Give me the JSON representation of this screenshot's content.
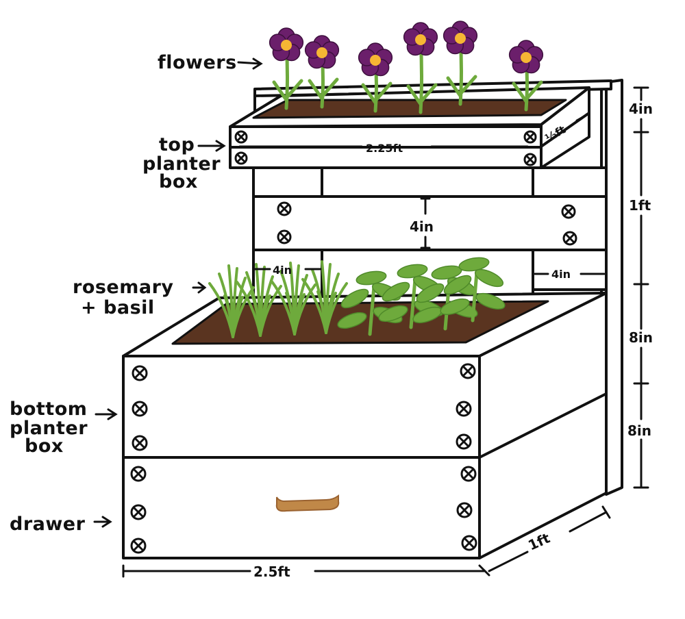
{
  "labels": {
    "flowers": "flowers",
    "top_box": [
      "top",
      "planter",
      "box"
    ],
    "herbs": [
      "rosemary",
      "+ basil"
    ],
    "bottom_box": [
      "bottom",
      "planter",
      "box"
    ],
    "drawer": "drawer"
  },
  "dimensions": {
    "top_width": "2.25ft",
    "top_depth": "½ft",
    "gap_center": "4in",
    "spacer_left": "4in",
    "spacer_right": "4in",
    "height_top": "4in",
    "height_upper": "1ft",
    "height_bottom_box": "8in",
    "height_drawer": "8in",
    "base_depth": "1ft",
    "base_width": "2.5ft"
  },
  "colors": {
    "outline": "#111111",
    "soil": "#5a3420",
    "petal": "#6b1f6b",
    "flower_center": "#f6b634",
    "leaf": "#6eaa3c",
    "handle": "#c08848"
  }
}
